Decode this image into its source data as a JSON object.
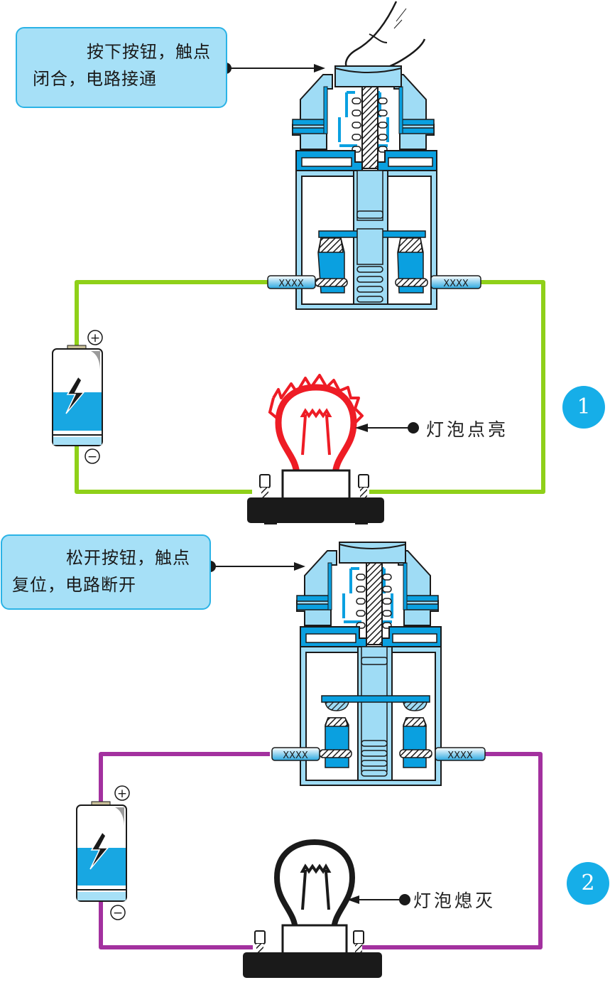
{
  "title": "按钮开关工作原理",
  "colors": {
    "callout_fill": "#a6e0f7",
    "callout_border": "#2bb3e6",
    "switch_light": "#9fdcf5",
    "switch_dark": "#0aa0e0",
    "wire_closed": "#8fd019",
    "wire_open": "#a3319f",
    "bulb_on": "#ee1c25",
    "bulb_off": "#1a1a1a",
    "badge": "#16aee8"
  },
  "panels": [
    {
      "step": "1",
      "state": "closed",
      "callout": {
        "line1": "按下按钮，触点",
        "line2": "闭合，电路接通"
      },
      "bulb_label": "灯泡点亮",
      "battery": {
        "positive": "+",
        "negative": "−"
      },
      "finger_shown": true
    },
    {
      "step": "2",
      "state": "open",
      "callout": {
        "line1": "松开按钮，触点",
        "line2": "复位，电路断开"
      },
      "bulb_label": "灯泡熄灭",
      "battery": {
        "positive": "+",
        "negative": "−"
      },
      "finger_shown": false
    }
  ]
}
